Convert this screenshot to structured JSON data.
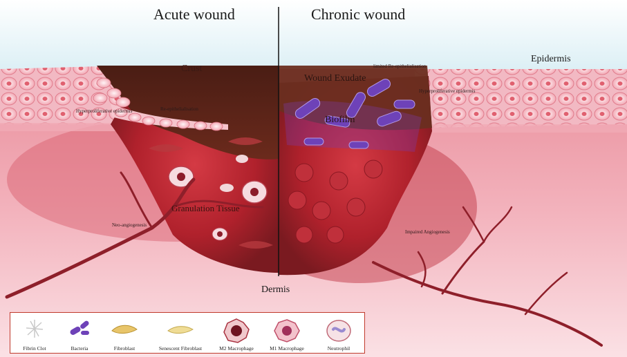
{
  "headings": {
    "acute": "Acute wound",
    "chronic": "Chronic wound"
  },
  "labels": {
    "epidermis": "Epidermis",
    "dermis": "Dermis",
    "crust": "Crust",
    "wound_exudate": "Wound Exudate",
    "biofilm": "Biofilm",
    "granulation_tissue": "Granulation Tissue",
    "hyperproliferative_left": "Hyperproliferative epidermis",
    "hyperproliferative_right": "Hyperproliferative epidermis",
    "re_epithelialisation": "Re-epithelialisation",
    "limited_re_epithelialisation": "limited Re-epithelialisation",
    "neo_angiogenesis": "Neo-angiogenesis",
    "impaired_angiogenesis": "Impaired Angiogenesis"
  },
  "legend": [
    {
      "name": "Fibrin Clot",
      "icon": "fibrin-clot-icon"
    },
    {
      "name": "Bacteria",
      "icon": "bacteria-icon"
    },
    {
      "name": "Fibroblast",
      "icon": "fibroblast-icon"
    },
    {
      "name": "Senescent Fibroblast",
      "icon": "senescent-fibroblast-icon"
    },
    {
      "name": "M2 Macrophage",
      "icon": "m2-macrophage-icon"
    },
    {
      "name": "M1 Macrophage",
      "icon": "m1-macrophage-icon"
    },
    {
      "name": "Neutrophil",
      "icon": "neutrophil-icon"
    }
  ],
  "colors": {
    "sky": "#dff0f5",
    "skin": "#f7c6cf",
    "dermis": "#e58a97",
    "crust": "#5a2418",
    "wound_red": "#a8202b",
    "bacteria": "#6b3fb3",
    "vessel": "#8e1f2a",
    "legend_border": "#c0392b"
  }
}
